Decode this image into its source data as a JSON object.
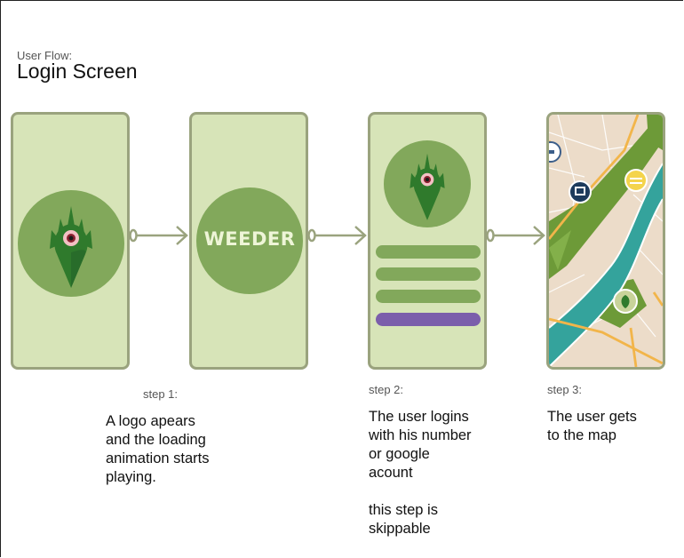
{
  "header": {
    "subtitle": "User Flow:",
    "title": "Login Screen"
  },
  "screens": {
    "splash_logo": "logo-screen",
    "splash_wordmark": "WEEDER",
    "login_fields": 3,
    "login_button_color": "#7b5eab"
  },
  "steps": [
    {
      "label": "step 1:",
      "description": "A logo apears\nand the loading\nanimation starts\nplaying."
    },
    {
      "label": "step 2:",
      "description": "The user logins\nwith his number\nor google\nacount\n\nthis step is\nskippable"
    },
    {
      "label": "step 3:",
      "description": "The user gets\nto the map"
    }
  ],
  "colors": {
    "phone_bg": "#d7e4b8",
    "phone_border": "#9aa37e",
    "logo_circle": "#82a85b",
    "leaf_dark": "#2f7a2c",
    "map_river": "#34a39c",
    "map_park": "#6d9a38",
    "map_road": "#f2b54a",
    "map_land": "#ecdcc9"
  }
}
